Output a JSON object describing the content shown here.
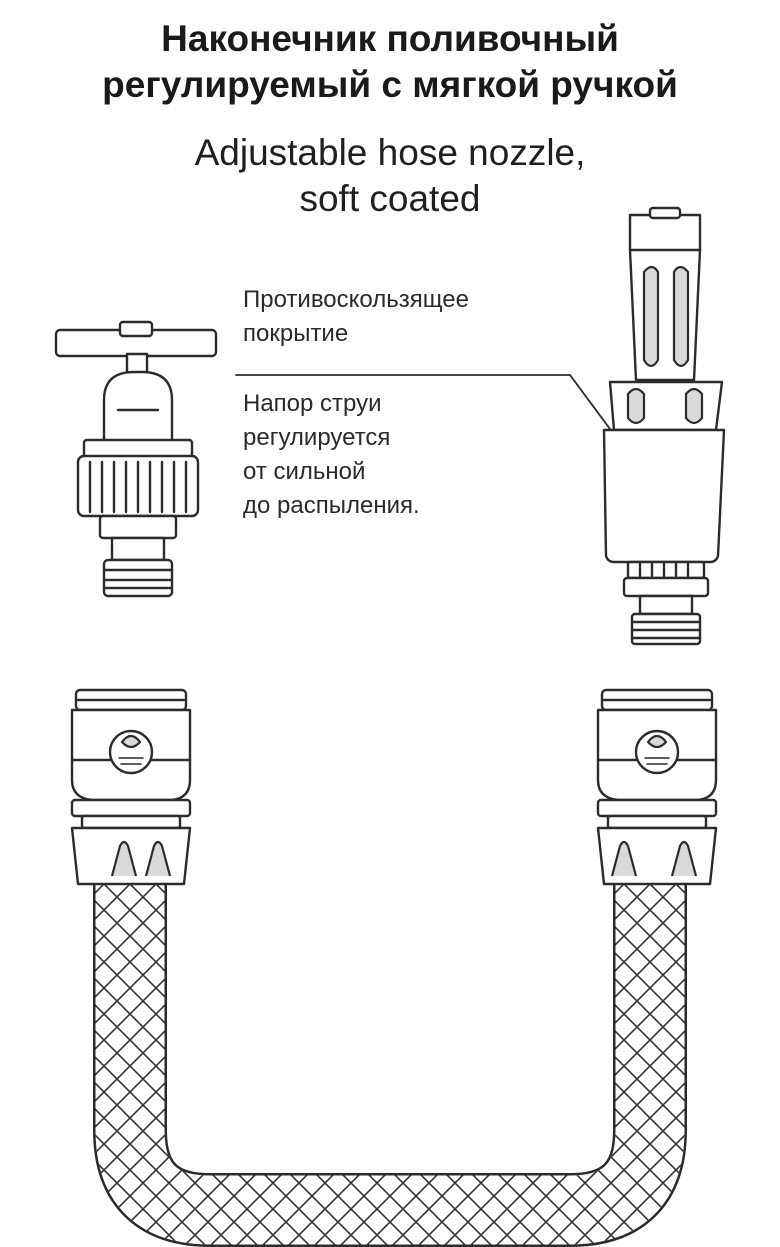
{
  "title": {
    "ru_line1": "Наконечник поливочный",
    "ru_line2": "регулируемый с мягкой ручкой",
    "en_line1": "Adjustable hose nozzle,",
    "en_line2": "soft coated"
  },
  "callouts": {
    "coating": [
      "Противоскользящее",
      "покрытие"
    ],
    "pressure": [
      "Напор струи",
      "регулируется",
      "от сильной",
      "до распыления."
    ]
  },
  "colors": {
    "line": "#2b2b2b",
    "fill": "#f2f2f2",
    "text": "#1a1a1a"
  }
}
